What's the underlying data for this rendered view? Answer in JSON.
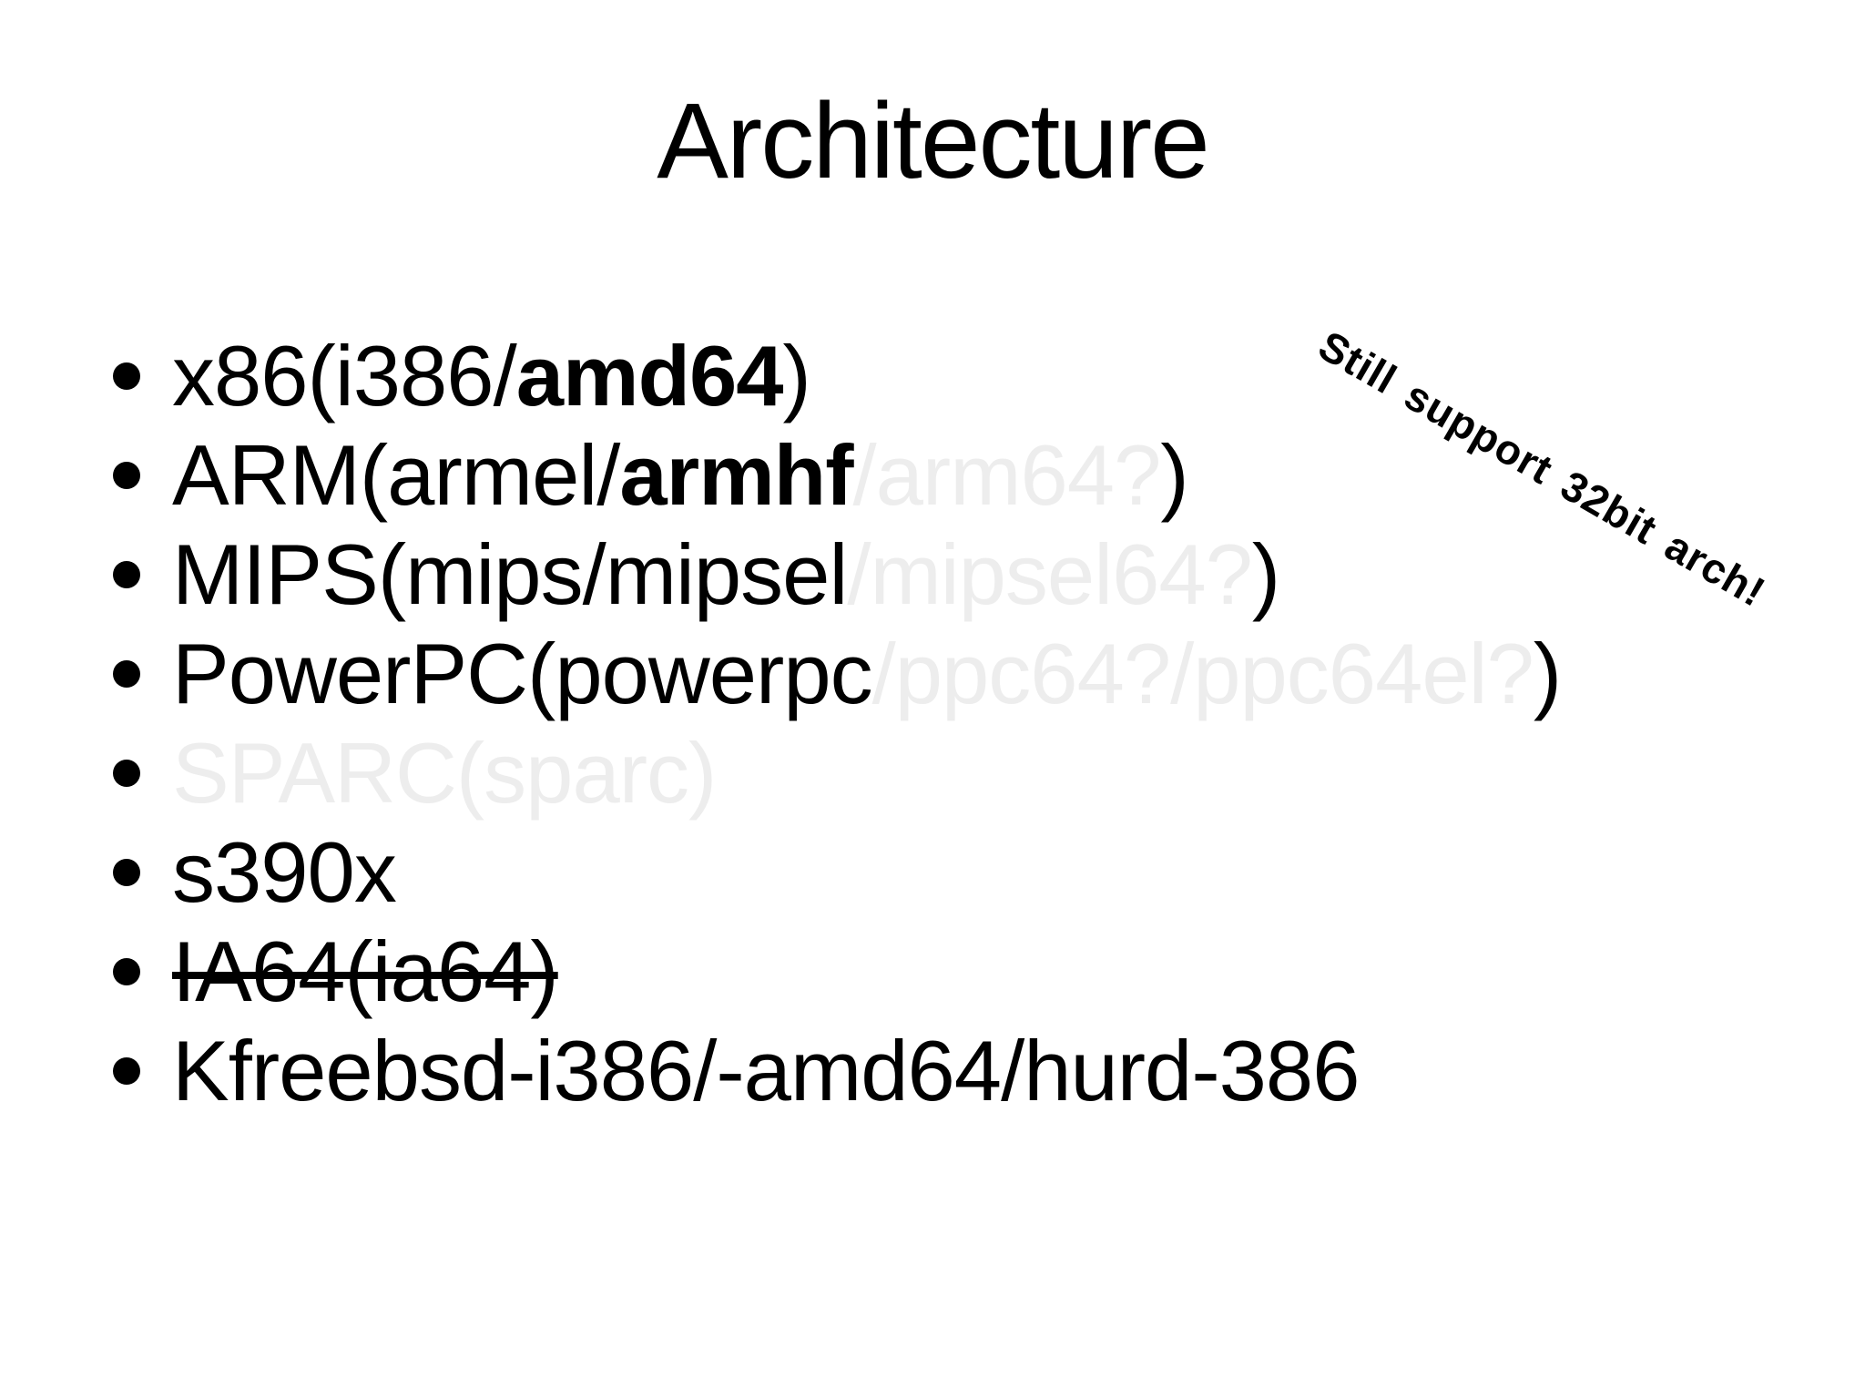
{
  "slide": {
    "title": "Architecture",
    "note": "Still support 32bit arch!",
    "colors": {
      "background": "#ffffff",
      "text": "#000000",
      "faded": "#ededed"
    },
    "bullets": [
      {
        "id": "x86",
        "segments": [
          {
            "text": "x86(i386/",
            "style": "normal"
          },
          {
            "text": "amd64",
            "style": "bold"
          },
          {
            "text": ")",
            "style": "normal"
          }
        ]
      },
      {
        "id": "arm",
        "segments": [
          {
            "text": "ARM(armel/",
            "style": "normal"
          },
          {
            "text": "armhf",
            "style": "bold"
          },
          {
            "text": "/arm64?",
            "style": "faded"
          },
          {
            "text": ")",
            "style": "normal"
          }
        ]
      },
      {
        "id": "mips",
        "segments": [
          {
            "text": "MIPS(mips/mipsel",
            "style": "normal"
          },
          {
            "text": "/mipsel64?",
            "style": "faded"
          },
          {
            "text": ")",
            "style": "normal"
          }
        ]
      },
      {
        "id": "powerpc",
        "segments": [
          {
            "text": "PowerPC(powerpc",
            "style": "normal"
          },
          {
            "text": "/ppc64?/ppc64el?",
            "style": "faded"
          },
          {
            "text": ")",
            "style": "normal"
          }
        ]
      },
      {
        "id": "sparc",
        "segments": [
          {
            "text": "SPARC(sparc)",
            "style": "faded"
          }
        ]
      },
      {
        "id": "s390x",
        "segments": [
          {
            "text": "s390x",
            "style": "normal"
          }
        ]
      },
      {
        "id": "ia64",
        "segments": [
          {
            "text": "IA64(ia64)",
            "style": "strike"
          }
        ]
      },
      {
        "id": "kfreebsd",
        "segments": [
          {
            "text": "Kfreebsd-i386/-amd64/hurd-386",
            "style": "normal"
          }
        ]
      }
    ]
  }
}
